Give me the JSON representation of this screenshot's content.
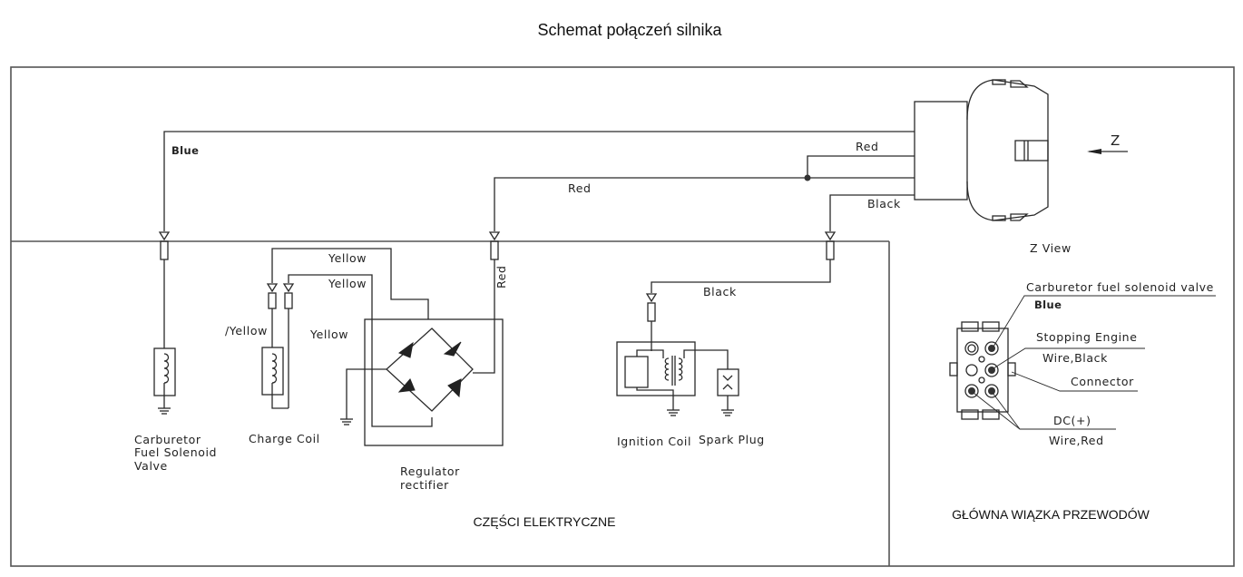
{
  "title": "Schemat połączeń silnika",
  "sections": {
    "electrical_parts": "CZĘŚCI ELEKTRYCZNE",
    "main_harness": "GŁÓWNA WIĄZKA PRZEWODÓW"
  },
  "wires": {
    "blue": "Blue",
    "red_top": "Red",
    "red_mid": "Red",
    "red_vertical": "Red",
    "black_top": "Black",
    "black_ignition": "Black",
    "yellow_1": "Yellow",
    "yellow_2": "Yellow",
    "yellow_3": "Yellow",
    "yellow_slash": "/Yellow"
  },
  "components": {
    "carburetor": [
      "Carburetor",
      "Fuel Solenoid",
      "Valve"
    ],
    "charge_coil": "Charge Coil",
    "regulator": [
      "Regulator",
      "rectifier"
    ],
    "ignition_coil": "Ignition Coil",
    "spark_plug": "Spark Plug"
  },
  "connector": {
    "view_arrow": "Z",
    "view_label": "Z View"
  },
  "harness_callouts": {
    "carb_valve": "Carburetor fuel solenoid valve",
    "carb_color": "Blue",
    "stopping": "Stopping Engine",
    "stopping_wire": "Wire,Black",
    "connector": "Connector",
    "dc": "DC(+)",
    "dc_wire": "Wire,Red"
  }
}
